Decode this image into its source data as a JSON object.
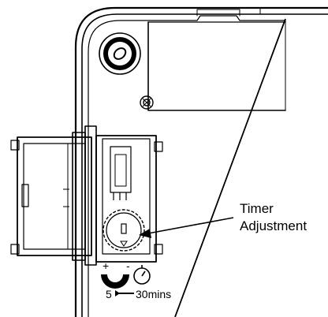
{
  "callout": {
    "line1": "Timer",
    "line2": "Adjustment"
  },
  "dial": {
    "plus": "+",
    "minus": "-",
    "min_label": "5",
    "range_label": "30mins"
  },
  "icons": [
    "timer-adjustment-dial",
    "stopwatch-icon",
    "screw-icon",
    "range-arrow-icon"
  ]
}
